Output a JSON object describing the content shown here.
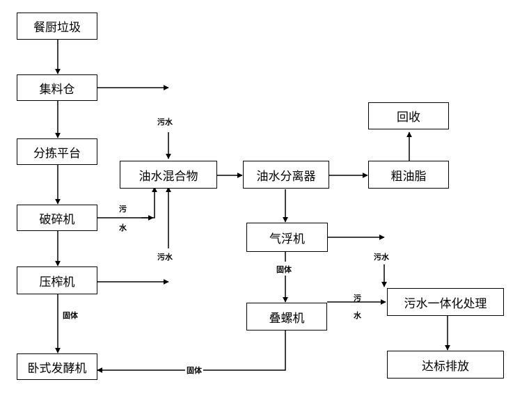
{
  "boxes": {
    "kitchen_waste": "餐厨垃圾",
    "collection_bin": "集料仓",
    "sorting_platform": "分拣平台",
    "crusher": "破碎机",
    "press": "压榨机",
    "horizontal_fermenter": "卧式发酵机",
    "oil_water_mixture": "油水混合物",
    "oil_water_separator": "油水分离器",
    "crude_grease": "粗油脂",
    "recovery": "回收",
    "air_flotation": "气浮机",
    "screw_stacker": "叠螺机",
    "sewage_treatment": "污水一体化处理",
    "discharge": "达标排放"
  },
  "labels": {
    "sewage": "污水",
    "sewage_top": "污",
    "sewage_bottom": "水",
    "solids": "固体"
  }
}
